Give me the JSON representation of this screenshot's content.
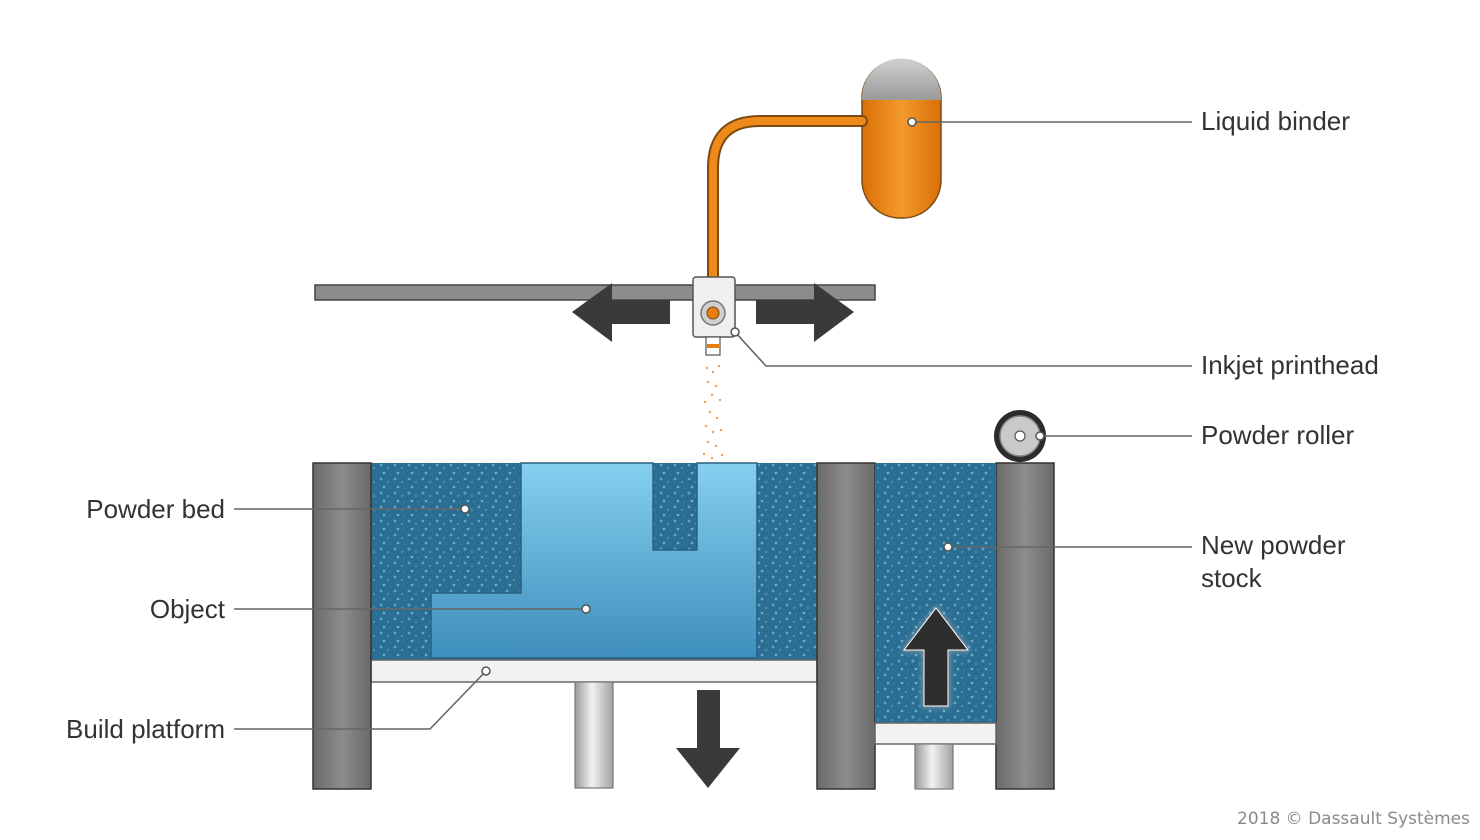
{
  "labels": {
    "liquid_binder": "Liquid binder",
    "inkjet_printhead": "Inkjet printhead",
    "powder_roller": "Powder roller",
    "new_powder_stock_line1": "New powder",
    "new_powder_stock_line2": "stock",
    "powder_bed": "Powder bed",
    "object": "Object",
    "build_platform": "Build platform"
  },
  "copyright": "2018 © Dassault Systèmes",
  "colors": {
    "binder_orange": "#e87d0c",
    "powder_blue": "#2a6f94",
    "object_blue": "#6fc0e3",
    "wall_gray": "#7d7d7d",
    "arrow_dark": "#3a3a3a"
  }
}
